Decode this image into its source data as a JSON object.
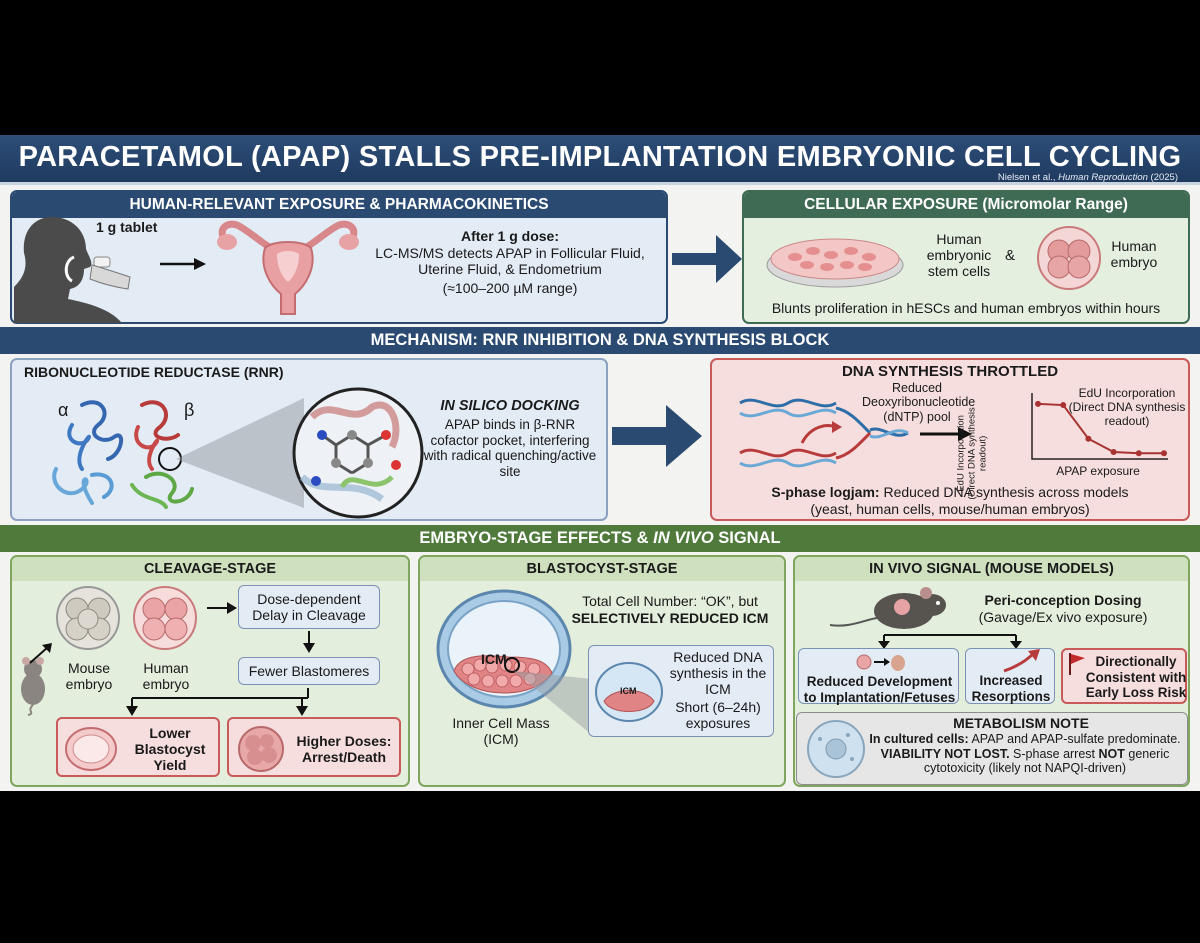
{
  "title": "PARACETAMOL (APAP) STALLS PRE-IMPLANTATION EMBRYONIC CELL CYCLING",
  "citation": {
    "authors": "Nielsen et al., ",
    "journal": "Human Reproduction",
    "year": " (2025)"
  },
  "exposure": {
    "header": "HUMAN-RELEVANT EXPOSURE & PHARMACOKINETICS",
    "tablet_label": "1 g tablet",
    "dose_heading": "After 1 g dose:",
    "dose_text": "LC-MS/MS detects APAP in Follicular Fluid, Uterine Fluid, & Endometrium",
    "dose_range": "(≈100–200 µM range)"
  },
  "cellular": {
    "header": "CELLULAR EXPOSURE (Micromolar Range)",
    "hesc_label": "Human embryonic stem cells",
    "amp": "&",
    "embryo_label": "Human embryo",
    "footer": "Blunts proliferation in hESCs and human embryos within hours"
  },
  "mechanism": {
    "band": "MECHANISM: RNR INHIBITION & DNA SYNTHESIS BLOCK",
    "rnr_title": "RIBONUCLEOTIDE REDUCTASE (RNR)",
    "alpha": "α",
    "beta": "β",
    "docking_title": "IN SILICO DOCKING",
    "docking_text": "APAP binds in β-RNR cofactor pocket, interfering with radical quenching/active site"
  },
  "dna": {
    "header": "DNA SYNTHESIS THROTTLED",
    "pool_label": "Reduced Deoxyribonucleotide (dNTP) pool",
    "y_axis": "EdU Incorporation (Direct DNA synthesis readout)",
    "x_axis": "APAP exposure",
    "legend": "EdU Incorporation (Direct DNA synthesis readout)",
    "logjam_bold": "S-phase logjam:",
    "logjam_text": " Reduced DNA synthesis across models",
    "logjam_models": "(yeast, human cells, mouse/human embryos)"
  },
  "chart_data": {
    "type": "line",
    "x": [
      1,
      2,
      3,
      4,
      5,
      6
    ],
    "values": [
      0.95,
      0.93,
      0.35,
      0.12,
      0.1,
      0.1
    ],
    "xlabel": "APAP exposure",
    "ylabel": "EdU Incorporation (Direct DNA synthesis readout)",
    "colors": {
      "line": "#a83232"
    }
  },
  "stage_band": {
    "part1": "EMBRYO-STAGE EFFECTS & ",
    "italic": "IN VIVO",
    "part2": " SIGNAL"
  },
  "cleavage": {
    "header": "CLEAVAGE-STAGE",
    "mouse_label": "Mouse embryo",
    "human_label": "Human embryo",
    "delay": "Dose-dependent Delay in Cleavage",
    "fewer": "Fewer Blastomeres",
    "lower": "Lower Blastocyst Yield",
    "higher": "Higher Doses: Arrest/Death"
  },
  "blastocyst": {
    "header": "BLASTOCYST-STAGE",
    "total": "Total Cell Number: “OK”, but",
    "selective": "SELECTIVELY REDUCED ICM",
    "icm": "ICM",
    "icm_small": "ICM",
    "inner": "Inner Cell Mass (ICM)",
    "reduced": "Reduced DNA synthesis in the ICM",
    "short": "Short (6–24h) exposures"
  },
  "invivo": {
    "header": "IN VIVO SIGNAL (MOUSE MODELS)",
    "dosing_title": "Peri-conception Dosing",
    "dosing_sub": "(Gavage/Ex vivo exposure)",
    "out1": "Reduced Development to Implantation/Fetuses",
    "out2": "Increased Resorptions",
    "out3": "Directionally Consistent with Early Loss Risk"
  },
  "metabolism": {
    "header": "METABOLISM NOTE",
    "line1_bold": "In cultured cells:",
    "line1": " APAP and APAP-sulfate predominate.",
    "line2_bold": "VIABILITY NOT LOST.",
    "line2": " S-phase arrest ",
    "line2_not": "NOT",
    "line2_end": " generic cytotoxicity (likely not NAPQI-driven)"
  },
  "colors": {
    "navy": "#2b4a72",
    "green": "#4f7a3b",
    "pink": "#c85a5a",
    "light_blue": "#e5edf6",
    "light_green": "#e8f1e2"
  }
}
